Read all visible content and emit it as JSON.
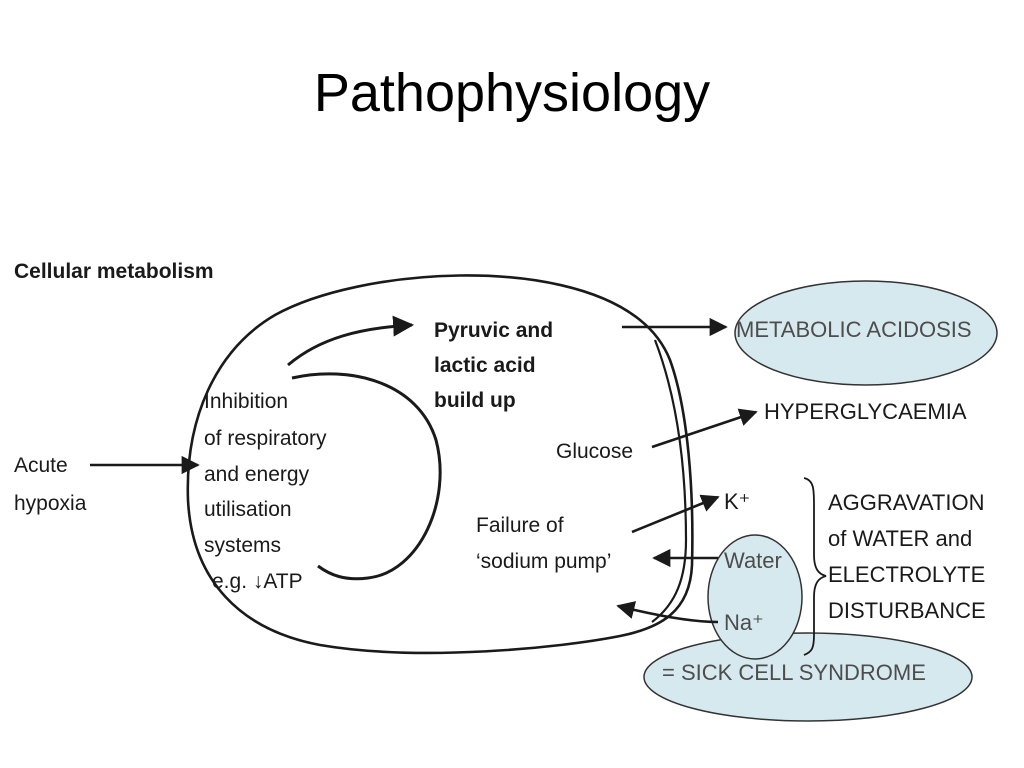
{
  "slide_title": "Pathophysiology",
  "diagram": {
    "heading": "Cellular metabolism",
    "acute_hypoxia": [
      "Acute",
      "hypoxia"
    ],
    "inhibition": [
      "Inhibition",
      "of respiratory",
      "and energy",
      "utilisation",
      "systems",
      "e.g. ↓ATP"
    ],
    "pyruvic": [
      "Pyruvic and",
      "lactic acid",
      "build up"
    ],
    "glucose": "Glucose",
    "sodium_pump": [
      "Failure of",
      "‘sodium pump’"
    ],
    "metabolic_acidosis": "METABOLIC ACIDOSIS",
    "hyperglycaemia": "HYPERGLYCAEMIA",
    "potassium": "K⁺",
    "water": "Water",
    "sodium": "Na⁺",
    "aggravation": [
      "AGGRAVATION",
      "of WATER and",
      "ELECTROLYTE",
      "DISTURBANCE"
    ],
    "sick_cell": "= SICK CELL SYNDROME"
  },
  "colors": {
    "highlight_fill": "#d6e9ef",
    "highlight_stroke": "#333333",
    "ink": "#1a1a1a"
  }
}
